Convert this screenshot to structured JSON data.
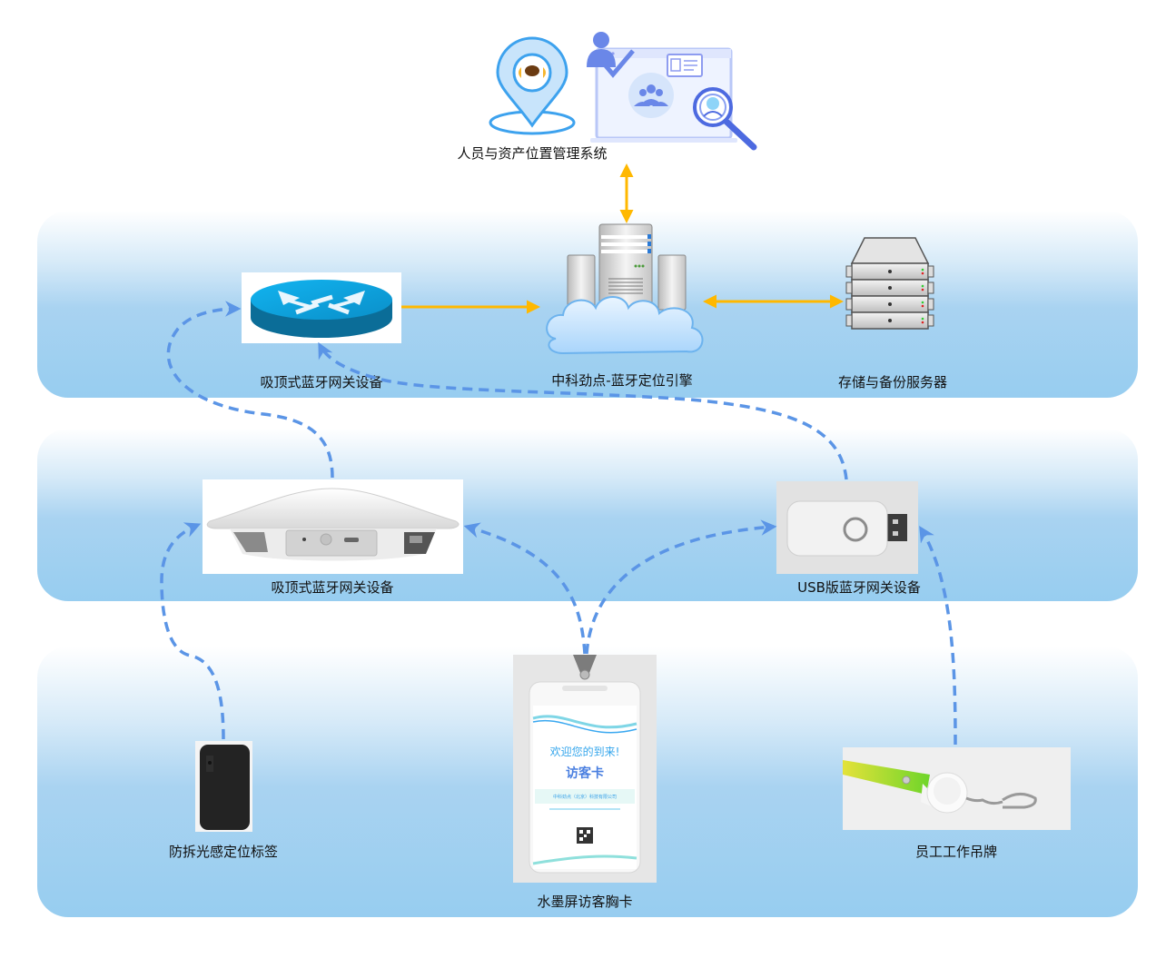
{
  "diagram": {
    "layers": [
      {
        "id": "platform-layer"
      },
      {
        "id": "gateway-layer"
      },
      {
        "id": "tag-layer"
      }
    ],
    "nodes": {
      "management_system": {
        "label": "人员与资产位置管理系统",
        "icon": "location-management-icon"
      },
      "ceiling_gateway_top": {
        "label": "吸顶式蓝牙网关设备",
        "icon": "router-icon"
      },
      "positioning_engine": {
        "label": "中科劲点-蓝牙定位引擎",
        "icon": "cloud-server-icon"
      },
      "storage_server": {
        "label": "存储与备份服务器",
        "icon": "server-rack-icon"
      },
      "ceiling_gateway": {
        "label": "吸顶式蓝牙网关设备",
        "icon": "ceiling-gateway-icon"
      },
      "usb_gateway": {
        "label": "USB版蓝牙网关设备",
        "icon": "usb-dongle-icon"
      },
      "anti_tamper_tag": {
        "label": "防拆光感定位标签",
        "icon": "tag-icon"
      },
      "visitor_badge": {
        "label": "水墨屏访客胸卡",
        "icon": "visitor-badge-icon",
        "card": {
          "welcome": "欢迎您的到来!",
          "title": "访客卡",
          "company": "中科劲点（北京）科技有限公司"
        }
      },
      "employee_badge": {
        "label": "员工工作吊牌",
        "icon": "lanyard-badge-icon"
      }
    },
    "connections": [
      {
        "from": "positioning_engine",
        "to": "management_system",
        "style": "solid",
        "direction": "both",
        "color": "#ffb800"
      },
      {
        "from": "ceiling_gateway_top",
        "to": "positioning_engine",
        "style": "solid",
        "direction": "forward",
        "color": "#ffb800"
      },
      {
        "from": "positioning_engine",
        "to": "storage_server",
        "style": "solid",
        "direction": "both",
        "color": "#ffb800"
      },
      {
        "from": "ceiling_gateway",
        "to": "ceiling_gateway_top",
        "style": "dashed",
        "direction": "forward",
        "color": "#5b95e6"
      },
      {
        "from": "usb_gateway",
        "to": "ceiling_gateway_top",
        "style": "dashed",
        "direction": "forward",
        "color": "#5b95e6"
      },
      {
        "from": "anti_tamper_tag",
        "to": "ceiling_gateway",
        "style": "dashed",
        "direction": "forward",
        "color": "#5b95e6"
      },
      {
        "from": "visitor_badge",
        "to": "ceiling_gateway",
        "style": "dashed",
        "direction": "forward",
        "color": "#5b95e6"
      },
      {
        "from": "visitor_badge",
        "to": "usb_gateway",
        "style": "dashed",
        "direction": "forward",
        "color": "#5b95e6"
      },
      {
        "from": "employee_badge",
        "to": "usb_gateway",
        "style": "dashed",
        "direction": "forward",
        "color": "#5b95e6"
      }
    ]
  }
}
